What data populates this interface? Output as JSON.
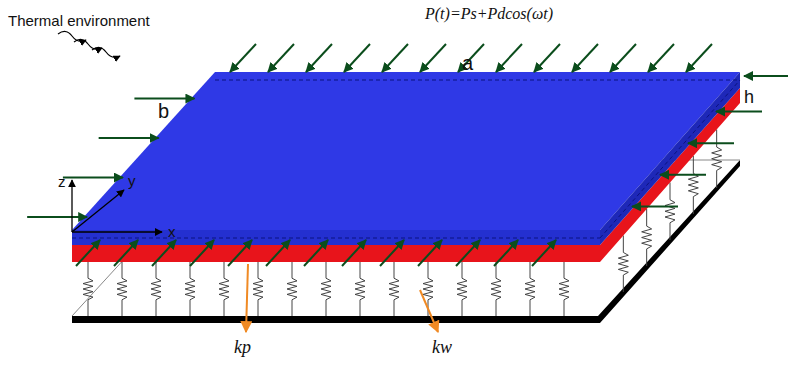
{
  "diagram": {
    "labels": [
      "Thermal environment",
      "P(t)=Ps+Pdcos(ωt)",
      "a",
      "b",
      "h",
      "z",
      "y",
      "x",
      "kp",
      "kw"
    ]
  }
}
